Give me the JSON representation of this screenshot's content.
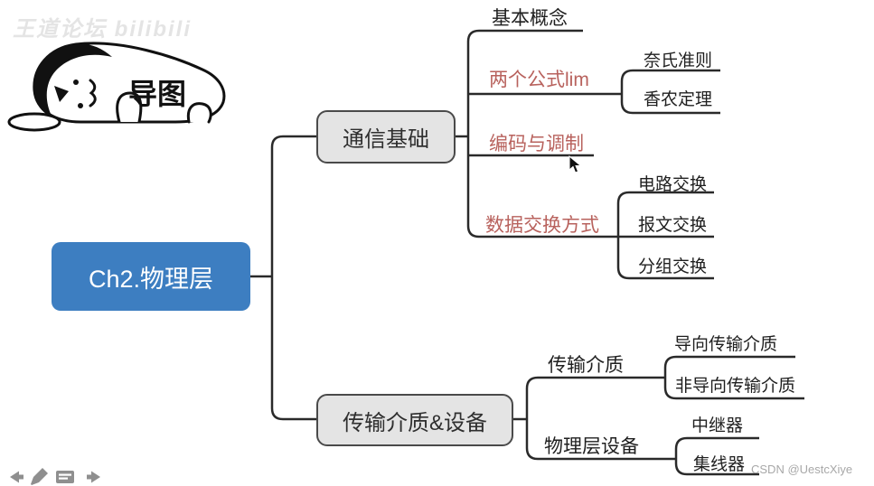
{
  "watermarks": {
    "top_left": "王道论坛 bilibili",
    "bottom_right": "CSDN @UestcXiye"
  },
  "sticker": {
    "label": "导图"
  },
  "mindmap": {
    "root": {
      "label": "Ch2.物理层"
    },
    "branches": [
      {
        "label": "通信基础",
        "children": [
          {
            "label": "基本概念",
            "emphasis": false,
            "children": []
          },
          {
            "label": "两个公式lim",
            "emphasis": true,
            "children": [
              {
                "label": "奈氏准则"
              },
              {
                "label": "香农定理"
              }
            ]
          },
          {
            "label": "编码与调制",
            "emphasis": true,
            "children": []
          },
          {
            "label": "数据交换方式",
            "emphasis": true,
            "children": [
              {
                "label": "电路交换"
              },
              {
                "label": "报文交换"
              },
              {
                "label": "分组交换"
              }
            ]
          }
        ]
      },
      {
        "label": "传输介质&设备",
        "children": [
          {
            "label": "传输介质",
            "emphasis": false,
            "children": [
              {
                "label": "导向传输介质"
              },
              {
                "label": "非导向传输介质"
              }
            ]
          },
          {
            "label": "物理层设备",
            "emphasis": false,
            "children": [
              {
                "label": "中继器"
              },
              {
                "label": "集线器"
              }
            ]
          }
        ]
      }
    ]
  },
  "toolbar": {
    "icons": [
      "back-arrow",
      "pencil",
      "notes",
      "forward-arrow"
    ]
  },
  "colors": {
    "root_bg": "#3d7ec1",
    "branch_bg": "#e4e4e4",
    "emphasis_text": "#b8625d",
    "line": "#2a2a2a",
    "watermark": "#a8a8a8"
  }
}
